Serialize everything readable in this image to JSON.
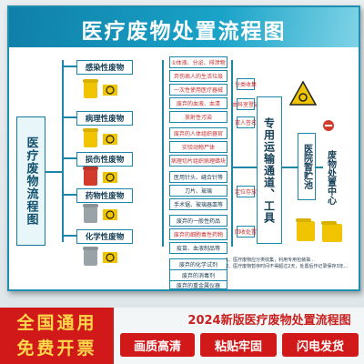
{
  "board": {
    "title": "医疗废物处置流程图",
    "left_label": "医疗废物流程图",
    "categories": [
      "感染性废物",
      "病理性废物",
      "损伤性废物",
      "药物性废物",
      "化学性废物"
    ],
    "route_label": "专用运输通道、工具",
    "temp_storage": "医院暂贮池",
    "disposal_center": "废物处置中心",
    "step_boxes": [
      "①体液、分泌、排泄物",
      "弃伤病人的生活垃圾",
      "一次性使用医疗器械",
      "废弃的血液、血清",
      "放射性污染",
      "废弃的人体组织器官",
      "实验动物尸体",
      "病理切片组织病理蜡块",
      "医用针头、缝合针等",
      "刀片、玻璃",
      "手术锯、玻璃器皿等",
      "废弃的一般性药品",
      "废弃的细胞毒性药物",
      "疫苗、血液制品等",
      "废弃的化学试剂",
      "废弃的消毒剂",
      "废弃的重金属仪器"
    ],
    "right_boxes": [
      "分类收集",
      "由科室登记",
      "双人签名",
      "定位存放",
      "回收处置"
    ],
    "note_lines": [
      "1、医疗废物应分类收集，利用专用包装袋...",
      "2、医疗废物暂存时间不得超过2天，处置后作记录保存3年..."
    ]
  },
  "banner": {
    "line1": "全国通用",
    "line2": "免费开票",
    "version": "2024新版医疗废物处置流程图",
    "tags": [
      "画质高清",
      "粘贴牢固",
      "闪电发货"
    ]
  },
  "colors": {
    "header_blue": "#1aa3c8",
    "line_blue": "#1c86aa",
    "bin_yellow": "#f0c400",
    "bin_red": "#d23c2c",
    "bin_grey": "#9aa3a8",
    "promo_red": "#d11919",
    "promo_yellow": "#ffd84a"
  },
  "icons": [
    "biohazard-icon",
    "hazard-warning-icon",
    "waste-bin-icon",
    "no-entry-icon"
  ]
}
